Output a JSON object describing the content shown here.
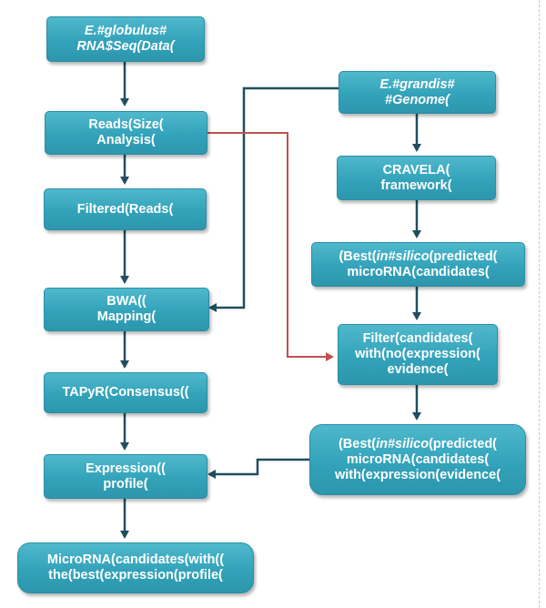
{
  "left_column": {
    "rnaseq": {
      "line1": "E.#globulus#",
      "line2": "RNA$Seq(Data("
    },
    "reads_size": {
      "line1": "Reads(Size(",
      "line2": "Analysis("
    },
    "filtered": {
      "line1": "Filtered(Reads("
    },
    "bwa": {
      "line1": "BWA((",
      "line2": "Mapping("
    },
    "tapyr": {
      "line1": "TAPyR(Consensus(("
    },
    "expression": {
      "line1": "Expression((",
      "line2": "profile("
    },
    "final": {
      "line1": "MicroRNA(candidates(with((",
      "line2": "the(best(expression(profile("
    }
  },
  "right_column": {
    "genome": {
      "line1": "E.#grandis#",
      "line2": "#Genome("
    },
    "cravela": {
      "line1": "CRAVELA(",
      "line2": "framework("
    },
    "best_insilico": {
      "line1a": "(Best(",
      "line1b": "in#silico",
      "line1c": "(predicted(",
      "line2": "microRNA(candidates("
    },
    "filter": {
      "line1": "Filter(candidates(",
      "line2": "with(no(expression(",
      "line3": "evidence("
    },
    "best_expr": {
      "line1a": "(Best(",
      "line1b": "in#silico",
      "line1c": "(predicted(",
      "line2": "microRNA(candidates(",
      "line3": "with(expression(evidence("
    }
  },
  "colors": {
    "box_fill": "#33a3ba",
    "arrow": "#1f4e5f",
    "cross_arrow": "#c0504d"
  }
}
